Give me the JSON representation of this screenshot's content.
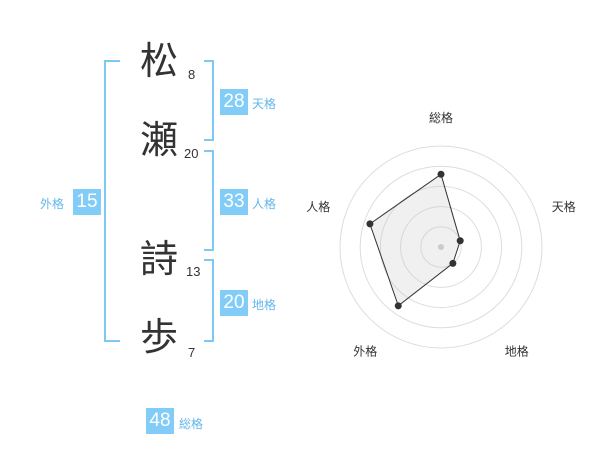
{
  "name": {
    "chars": [
      {
        "char": "松",
        "strokes": "8"
      },
      {
        "char": "瀬",
        "strokes": "20"
      },
      {
        "char": "詩",
        "strokes": "13"
      },
      {
        "char": "歩",
        "strokes": "7"
      }
    ]
  },
  "kaku": {
    "tenkaku": {
      "value": "28",
      "label": "天格"
    },
    "jinkaku": {
      "value": "33",
      "label": "人格"
    },
    "chikaku": {
      "value": "20",
      "label": "地格"
    },
    "gaikaku": {
      "value": "15",
      "label": "外格"
    },
    "soukaku": {
      "value": "48",
      "label": "総格"
    }
  },
  "colors": {
    "accent": "#82cdf8",
    "bracket": "#7ec8f5",
    "label": "#63b6ea",
    "text": "#333333"
  },
  "chart_data": {
    "type": "radar",
    "axes": [
      "総格",
      "天格",
      "地格",
      "外格",
      "人格"
    ],
    "values": [
      0.72,
      0.2,
      0.2,
      0.72,
      0.74
    ],
    "rings": 5,
    "range": [
      0,
      1
    ]
  }
}
